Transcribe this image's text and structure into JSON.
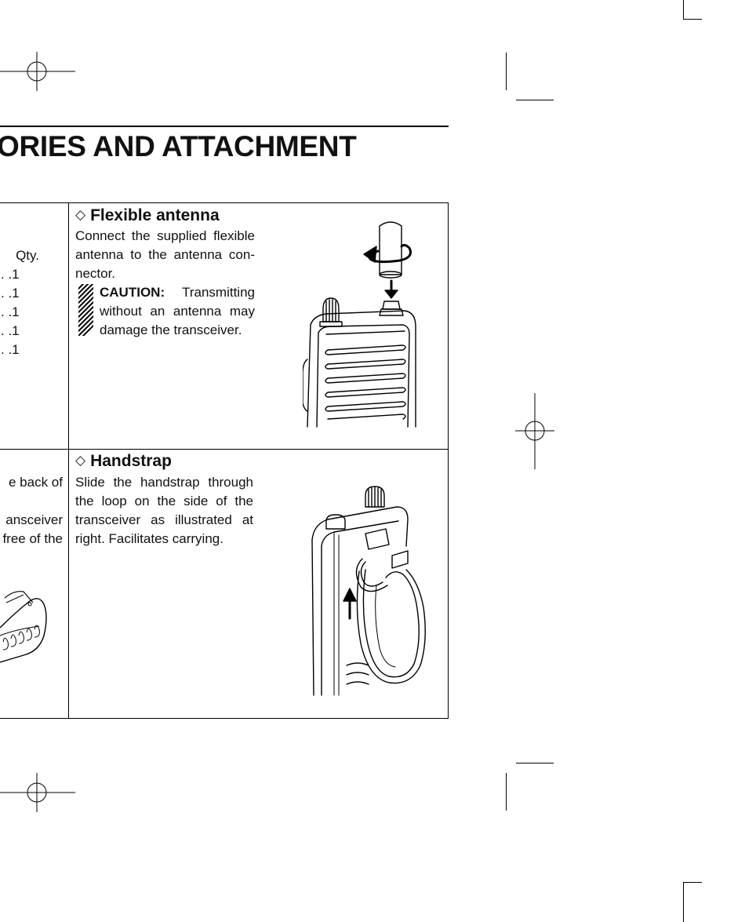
{
  "page": {
    "title": "ORIES AND ATTACHMENT"
  },
  "left_column": {
    "qty_header": "Qty.",
    "qty_values": [
      ". .1",
      ". .1",
      ". .1",
      ". .1",
      ". .1"
    ],
    "clip_text_lines": [
      "e back of",
      "",
      "ansceiver",
      "free of the"
    ]
  },
  "flexible_antenna": {
    "heading": "Flexible antenna",
    "diamond": "◇",
    "body": "Connect the supplied flexible antenna to the antenna con-nector.",
    "caution_label": "CAUTION:",
    "caution_text": "Transmitting without an antenna may damage the transceiver.",
    "illustration_icon": "radio-antenna-illustration"
  },
  "handstrap": {
    "heading": "Handstrap",
    "diamond": "◇",
    "body": "Slide the handstrap through the loop on the side of the transceiver as illustrated at right. Facilitates carrying.",
    "illustration_icon": "radio-handstrap-illustration"
  }
}
